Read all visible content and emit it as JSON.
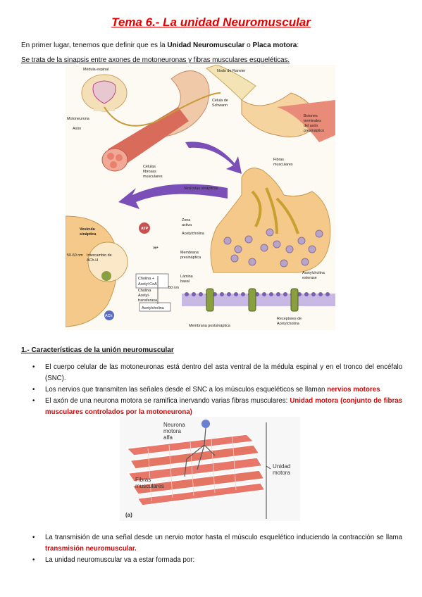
{
  "title": "Tema 6.- La unidad Neuromuscular",
  "intro": {
    "pre": "En primer lugar, tenemos que definir que es la ",
    "b1": "Unidad Neuromuscular",
    "mid": " o ",
    "b2": "Placa motora",
    "post": ":"
  },
  "definition": "Se trata de la sinapsis entre axones de motoneuronas y fibras musculares esqueléticas.",
  "figure1": {
    "labels": {
      "medula": "Médula espinal",
      "motoneurona": "Motoneurona",
      "axon": "Axón",
      "celulas1": "Células",
      "celulas2": "fibrosas",
      "celulas3": "musculares",
      "nodo": "Nodo de Ranvier",
      "schwann1": "Célula de",
      "schwann2": "Schwann",
      "botones1": "Botones",
      "botones2": "terminales",
      "botones3": "del axón",
      "botones4": "presináptico",
      "fibras1": "Fibras",
      "fibras2": "musculares",
      "vesiculas": "Vesículas sinápticas",
      "zona1": "Zona",
      "zona2": "activa",
      "acetil": "Acetylcholina",
      "membrana1": "Membrana",
      "membrana2": "presináptica",
      "lamina1": "Lámina",
      "lamina2": "basal",
      "esterase1": "Acetylcholina",
      "esterase2": "esterase",
      "postsin": "Membrana postsináptica",
      "receptores1": "Receptores de",
      "receptores2": "Acetylcholina",
      "vesicula1": "Vesícula",
      "vesicula2": "sináptica",
      "atp": "ATP",
      "hplus": "H⁺",
      "nm1": "50-60 nm",
      "nm2": "50 nm",
      "intercambio1": "Intercambio de",
      "intercambio2": "ACh-H",
      "cholina1": "Cholina +",
      "cholina2": "Acetyl CoA",
      "transf1": "Cholina",
      "transf2": "Acetyl-",
      "transf3": "transferasa",
      "acetylbox": "Acetylcholina",
      "ach": "ACh"
    }
  },
  "section1": "1.- Características de la unión neuromuscular",
  "bullets": [
    {
      "text": "El cuerpo celular de las motoneuronas está dentro del asta ventral de la médula espinal y en el tronco del encéfalo (SNC).",
      "red": ""
    },
    {
      "text": "Los nervios que transmiten las señales desde el SNC a los músculos esqueléticos se llaman ",
      "red": "nervios motores"
    },
    {
      "text": "El axón de una neurona motora se ramifica inervando varias fibras musculares: ",
      "red": "Unidad motora (conjunto de fibras musculares controlados por la motoneurona)"
    },
    {
      "text": "La transmisión de una señal desde un nervio motor hasta el músculo esquelético induciendo la contracción se llama ",
      "red": "transmisión neuromuscular."
    },
    {
      "text": "La unidad neuromuscular va a estar formada por:",
      "red": ""
    }
  ],
  "figure2": {
    "neurona1": "Neurona",
    "neurona2": "motora",
    "neurona3": "alfa",
    "unidad1": "Unidad",
    "unidad2": "motora",
    "fibras1": "Fibras",
    "fibras2": "musculares",
    "caption": "(a)"
  },
  "colors": {
    "title_red": "#e60000",
    "arrow_purple": "#7b4fb8",
    "muscle": "#e8776a"
  }
}
